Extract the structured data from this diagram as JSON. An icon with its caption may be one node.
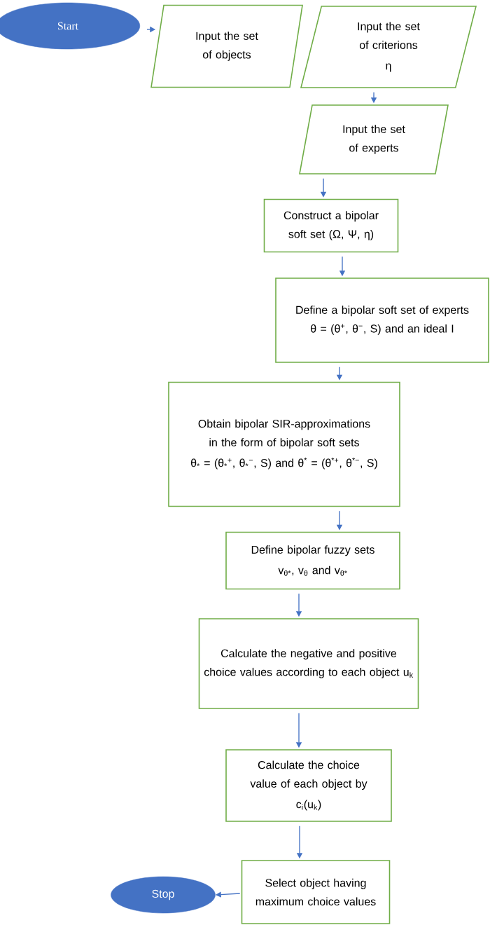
{
  "diagram": {
    "nodes": [
      {
        "text": [
          "Start"
        ]
      },
      {
        "text": [
          "Input the set of objects"
        ]
      },
      {
        "text": [
          "Input the set of criterions",
          "η"
        ]
      },
      {
        "text": [
          "Input the set of experts"
        ]
      },
      {
        "text": [
          "Construct a bipolar soft set (Ω, Ψ, η)"
        ]
      },
      {
        "text": [
          "Define a bipolar soft set of experts θ = (θ$^{+}$, θ$^{−}$, S) and an ideal I"
        ]
      },
      {
        "text": [
          "Obtain bipolar SIR-approximations in the form of bipolar soft sets",
          "θ$_{*}$ = (θ$_{*}$$^{+}$, θ$_{*}$$^{−}$, S) and θ$^{*}$ = (θ$^{*+}$, θ$^{*−}$, S)"
        ]
      },
      {
        "text": [
          "Define bipolar fuzzy sets",
          "v$_{θ*}$, v$_{θ}$ and v$_{θ*}$"
        ]
      },
      {
        "text": [
          "Calculate the negative and positive choice values according to each object u$_{k}$"
        ]
      },
      {
        "text": [
          "Calculate the choice value of each object by",
          "c$_{i}$(u$_{k}$)"
        ]
      },
      {
        "text": [
          "Select object having maximum choice values"
        ]
      },
      {
        "text": [
          "Stop"
        ]
      }
    ],
    "edges": [
      {
        "from": 0,
        "to": 1,
        "arrow": "to"
      },
      {
        "from": 2,
        "to": 3,
        "arrow": "to"
      },
      {
        "from": 3,
        "to": 4,
        "arrow": "to"
      },
      {
        "from": 4,
        "to": 5,
        "arrow": "to"
      },
      {
        "from": 5,
        "to": 6,
        "arrow": "to"
      },
      {
        "from": 6,
        "to": 7,
        "arrow": "to"
      },
      {
        "from": 7,
        "to": 8,
        "arrow": "to"
      },
      {
        "from": 8,
        "to": 9,
        "arrow": "to"
      },
      {
        "from": 9,
        "to": 10,
        "arrow": "to"
      },
      {
        "from": 10,
        "to": 11,
        "arrow": "to"
      }
    ]
  }
}
